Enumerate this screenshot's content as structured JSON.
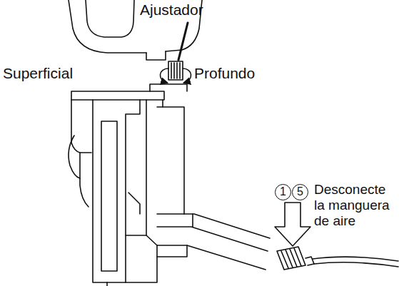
{
  "diagram": {
    "labels": [
      "Ajustador",
      "Superficial",
      "Profundo",
      "1",
      "5",
      "Desconecte la manguera de aire"
    ]
  }
}
